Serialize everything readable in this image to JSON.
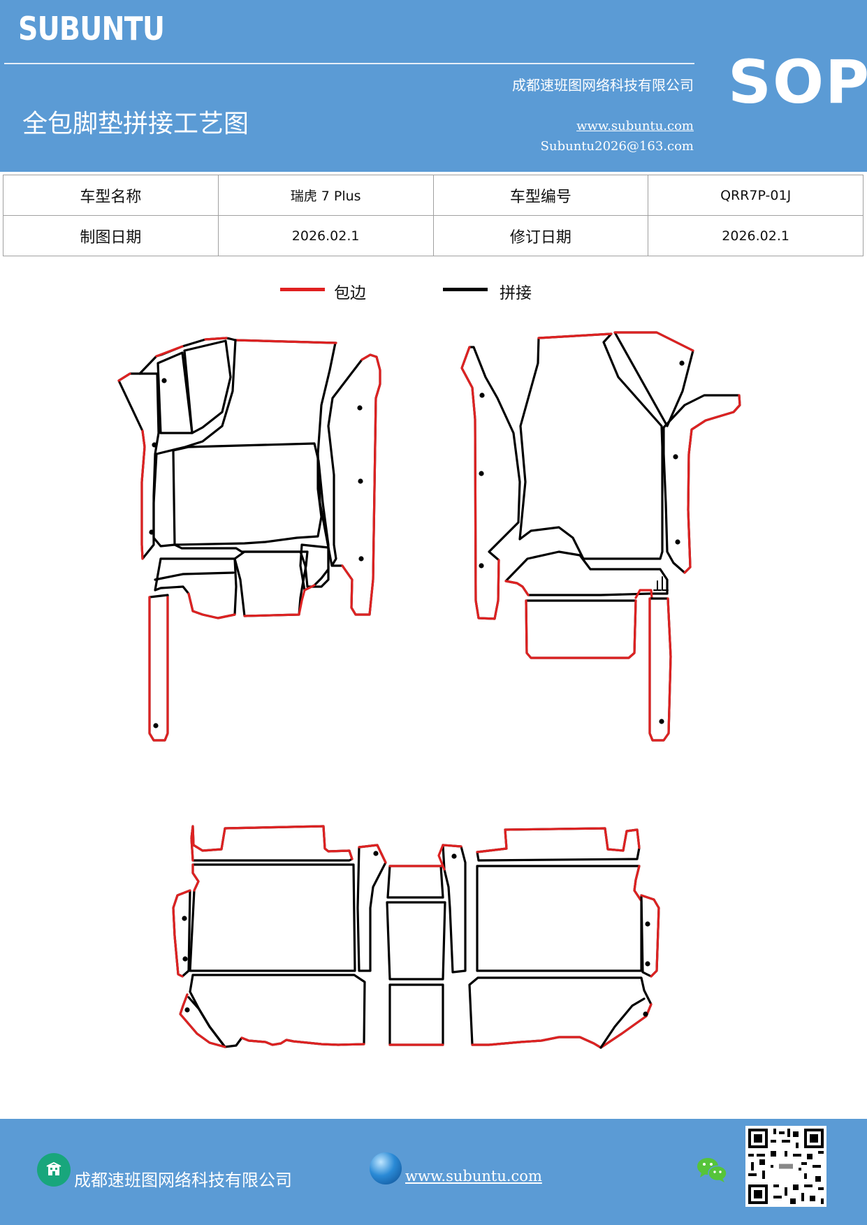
{
  "header": {
    "brand": "SUBUNTU",
    "company": "成都速班图网络科技有限公司",
    "title": "全包脚垫拼接工艺图",
    "website": "www.subuntu.com",
    "email": "Subuntu2026@163.com",
    "sop": "SOP"
  },
  "info_table": {
    "model_name_label": "车型名称",
    "model_name_value": "瑞虎 7 Plus",
    "model_code_label": "车型编号",
    "model_code_value": "QRR7P-01J",
    "draw_date_label": "制图日期",
    "draw_date_value": "2026.02.1",
    "revise_date_label": "修订日期",
    "revise_date_value": "2026.02.1"
  },
  "legend": {
    "edge_label": "包边",
    "edge_color": "#e02020",
    "join_label": "拼接",
    "join_color": "#000000"
  },
  "footer": {
    "company": "成都速班图网络科技有限公司",
    "website": "www.subuntu.com ",
    "icons": [
      "building-icon",
      "globe-icon",
      "wechat-icon",
      "qr-code"
    ]
  }
}
